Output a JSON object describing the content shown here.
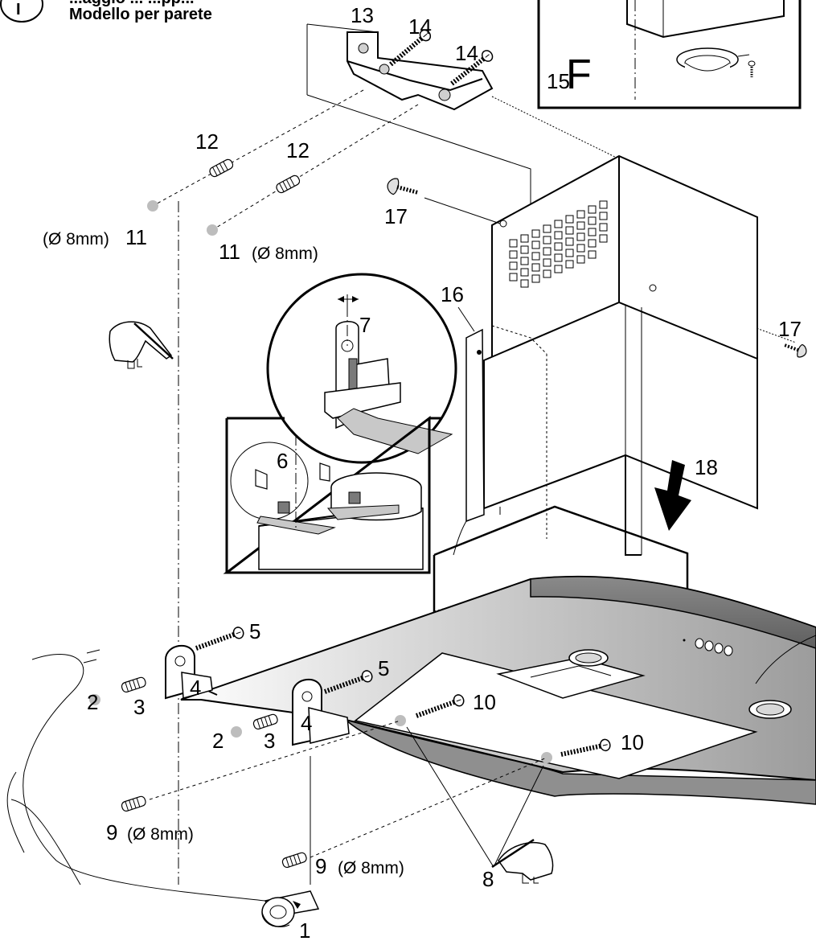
{
  "header": {
    "step_letter": "I",
    "caption_line1": "...aggio ... ...pp...",
    "caption_line2": "Modello per parete"
  },
  "inset_F": {
    "number": "15",
    "letter": "F"
  },
  "callouts": {
    "c1": "1",
    "c2a": "2",
    "c2b": "2",
    "c3a": "3",
    "c3b": "3",
    "c4a": "4",
    "c4b": "4",
    "c5a": "5",
    "c5b": "5",
    "c6": "6",
    "c7": "7",
    "c8": "8",
    "c9a": "9",
    "c9b": "9",
    "c10a": "10",
    "c10b": "10",
    "c11a": "11",
    "c11b": "11",
    "c12a": "12",
    "c12b": "12",
    "c13": "13",
    "c14a": "14",
    "c14b": "14",
    "c16": "16",
    "c17a": "17",
    "c17b": "17",
    "c18": "18"
  },
  "dimensions": {
    "d11a_prefix": "(Ø 8mm)",
    "d11b_suffix": "(Ø 8mm)",
    "d9a_suffix": "(Ø 8mm)",
    "d9b_suffix": "(Ø 8mm)"
  },
  "icons": [
    "pencil-hand-icon",
    "tape-measure-icon",
    "screw-icon",
    "wall-plug-icon",
    "down-arrow-icon"
  ]
}
